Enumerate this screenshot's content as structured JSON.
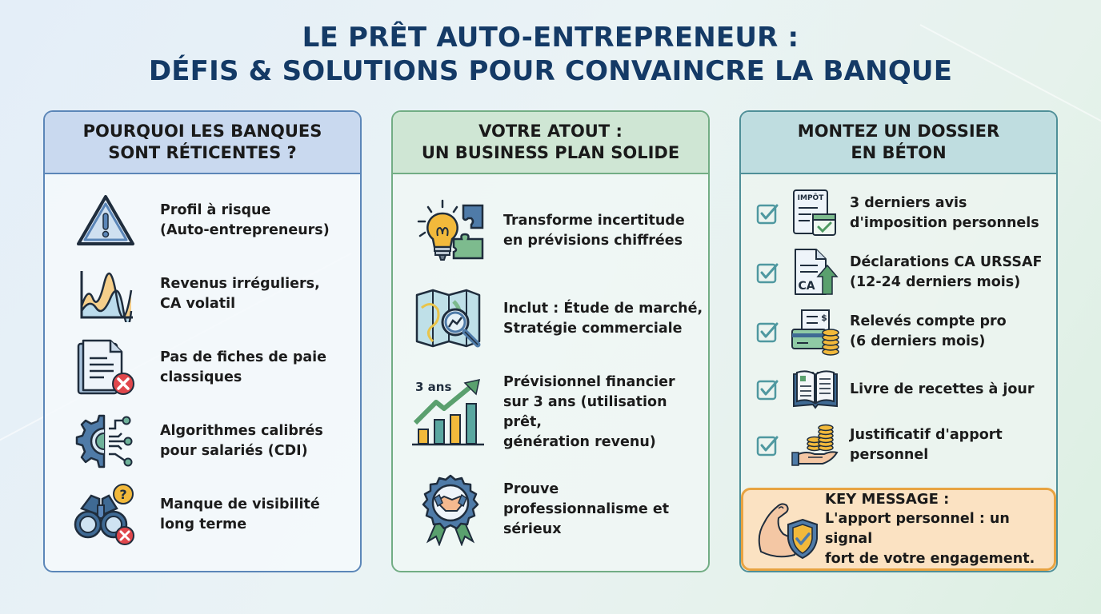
{
  "title": {
    "line1": "LE PRÊT AUTO-ENTREPRENEUR :",
    "line2": "DÉFIS & SOLUTIONS POUR CONVAINCRE LA BANQUE"
  },
  "columns": [
    {
      "header_line1": "POURQUOI LES BANQUES",
      "header_line2": "SONT RÉTICENTES ?",
      "items": [
        {
          "icon": "warning-triangle-icon",
          "line1": "Profil à risque",
          "line2": "(Auto-entrepreneurs)"
        },
        {
          "icon": "volatile-chart-icon",
          "line1": "Revenus irréguliers,",
          "line2": "CA volatil"
        },
        {
          "icon": "document-rejected-icon",
          "line1": "Pas de fiches de paie",
          "line2": "classiques"
        },
        {
          "icon": "gear-algorithm-icon",
          "line1": "Algorithmes calibrés",
          "line2": "pour salariés (CDI)"
        },
        {
          "icon": "binoculars-question-icon",
          "line1": "Manque de visibilité",
          "line2": "long terme"
        }
      ]
    },
    {
      "header_line1": "VOTRE ATOUT :",
      "header_line2": "UN BUSINESS PLAN SOLIDE",
      "items": [
        {
          "icon": "lightbulb-puzzle-icon",
          "line1": "Transforme incertitude",
          "line2": "en prévisions chiffrées"
        },
        {
          "icon": "map-magnifier-icon",
          "line1": "Inclut : Étude de marché,",
          "line2": "Stratégie commerciale"
        },
        {
          "icon": "growth-chart-icon",
          "icon_label": "3 ans",
          "line1": "Prévisionnel financier",
          "line2": "sur 3 ans (utilisation prêt,",
          "line3": "génération revenu)"
        },
        {
          "icon": "handshake-badge-icon",
          "line1": "Prouve",
          "line2": "professionnalisme et",
          "line3": "sérieux"
        }
      ]
    },
    {
      "header_line1": "MONTEZ UN DOSSIER",
      "header_line2": "EN BÉTON",
      "items": [
        {
          "icon": "tax-notice-icon",
          "icon_label": "IMPÔT",
          "checked": true,
          "line1": "3 derniers avis",
          "line2": "d'imposition personnels"
        },
        {
          "icon": "ca-declaration-icon",
          "icon_label": "CA",
          "checked": true,
          "line1": "Déclarations CA URSSAF",
          "line2": "(12-24 derniers mois)"
        },
        {
          "icon": "bank-statement-icon",
          "icon_label": "$",
          "checked": true,
          "line1": "Relevés compte pro",
          "line2": "(6 derniers mois)"
        },
        {
          "icon": "open-book-icon",
          "checked": true,
          "line1": "Livre de recettes à jour"
        },
        {
          "icon": "hand-coins-icon",
          "checked": true,
          "line1": "Justificatif d'apport",
          "line2": "personnel"
        }
      ],
      "key_message": {
        "title": "KEY MESSAGE :",
        "line1": "L'apport personnel : un signal",
        "line2": "fort de votre engagement."
      }
    }
  ],
  "colors": {
    "title": "#143a66",
    "col1_border": "#5b86b8",
    "col2_border": "#72ad84",
    "col3_border": "#4f8f98",
    "key_bg": "#fbe2c2",
    "key_border": "#e8a341",
    "alert_red": "#e0474c",
    "accent_yellow": "#f2b93b"
  }
}
